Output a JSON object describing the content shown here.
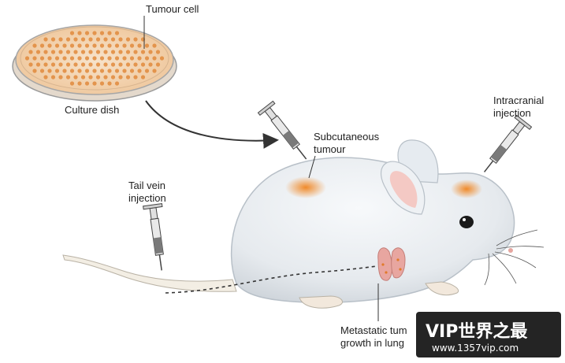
{
  "labels": {
    "tumour_cell": "Tumour cell",
    "culture_dish": "Culture dish",
    "subcutaneous_l1": "Subcutaneous",
    "subcutaneous_l2": "tumour",
    "intracranial_l1": "Intracranial",
    "intracranial_l2": "injection",
    "tail_vein_l1": "Tail vein",
    "tail_vein_l2": "injection",
    "metastatic_l1": "Metastatic tum",
    "metastatic_l2": "growth in lung"
  },
  "watermark": {
    "brand": "VIP世界之最",
    "url": "www.1357vip.com"
  },
  "colors": {
    "mouse_body": "#e9edf1",
    "tumour": "#f0a04b",
    "ear_inner": "#f4c9c4",
    "lung": "#e8a6a0",
    "dish_fill": "#f3cfa6",
    "watermark_bg": "#111111"
  }
}
